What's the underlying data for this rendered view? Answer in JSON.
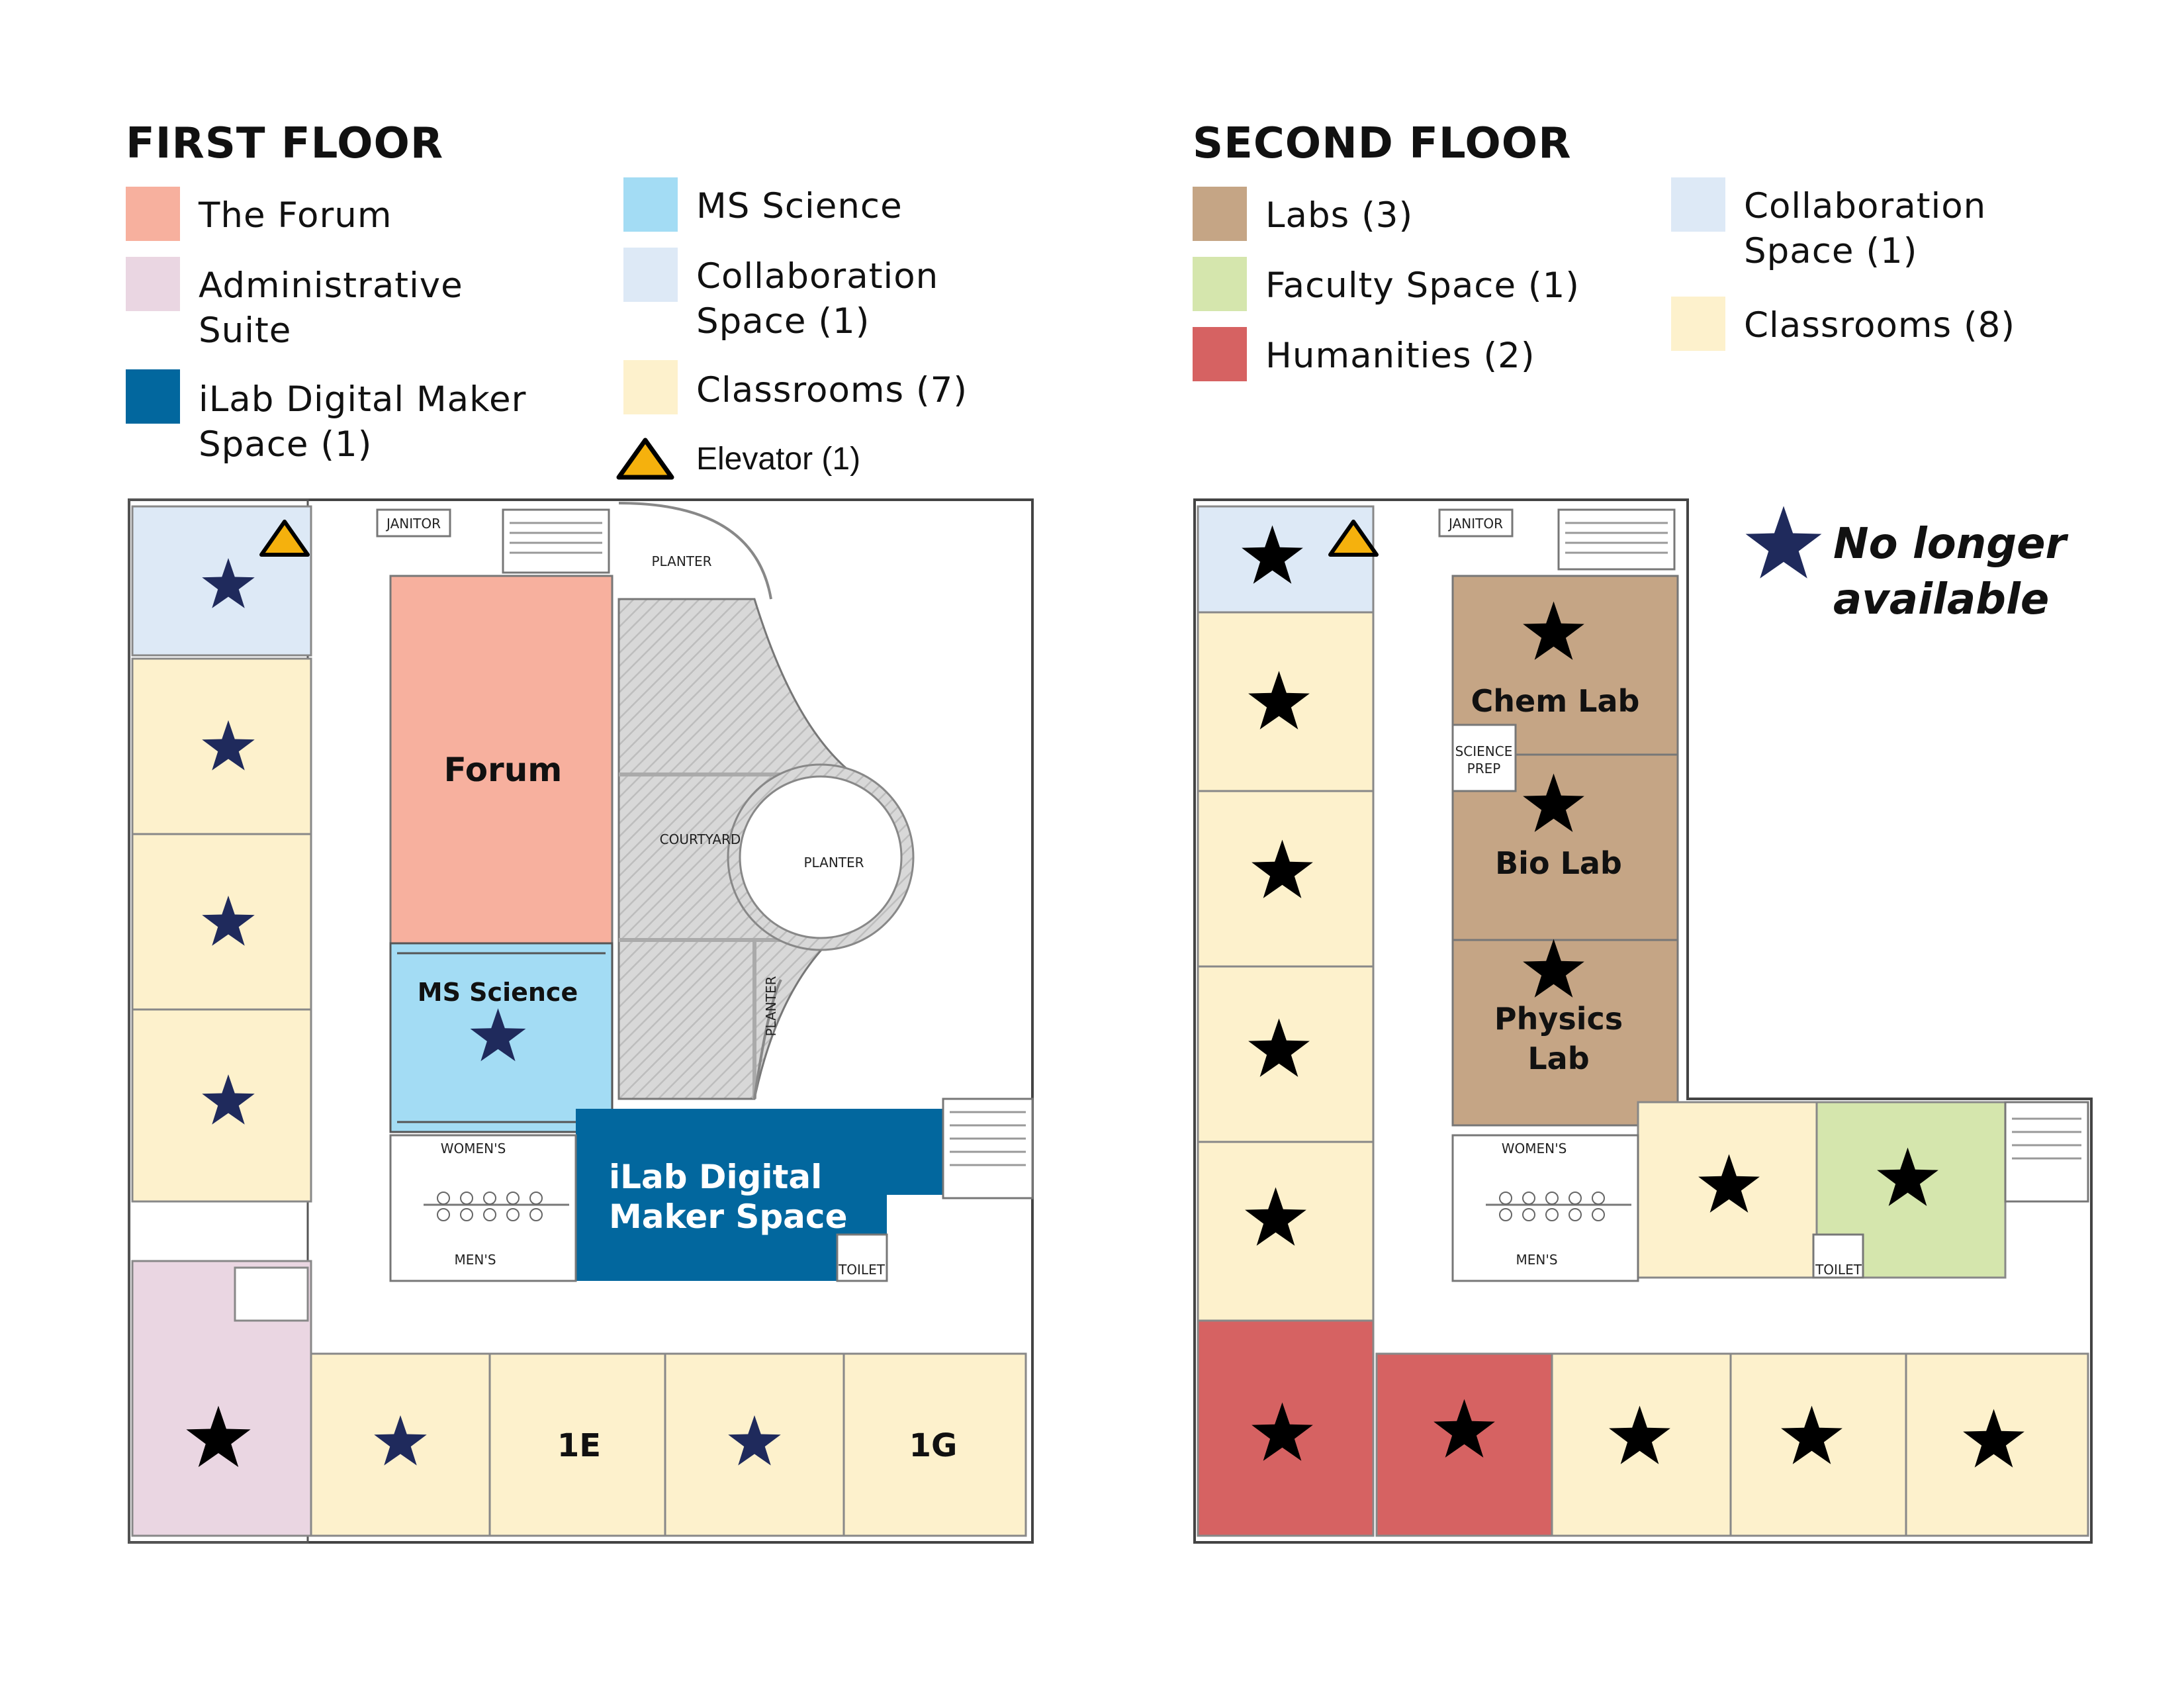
{
  "colors": {
    "forum": "#f7b09e",
    "admin": "#ead6e2",
    "ilab": "#02679e",
    "ms_science": "#a3dcf4",
    "collab": "#dde9f6",
    "classroom": "#fdf1cc",
    "labs": "#c5a585",
    "faculty": "#d5e6ad",
    "humanities": "#d66262",
    "elevator": "#f5b10d",
    "star_navy": "#1f2a5c",
    "star_black": "#000000",
    "courtyard": "#dadada"
  },
  "first_floor": {
    "title": "FIRST FLOOR",
    "legend": {
      "forum": "The Forum",
      "admin": [
        "Administrative",
        "Suite"
      ],
      "ilab": [
        "iLab Digital Maker",
        "Space (1)"
      ],
      "ms_science": "MS Science",
      "collab": [
        "Collaboration",
        "Space (1)"
      ],
      "classrooms": "Classrooms (7)",
      "elevator": "Elevator (1)"
    },
    "labels": {
      "forum": "Forum",
      "ms_science": "MS Science",
      "ilab": [
        "iLab Digital",
        "Maker Space"
      ],
      "room_1e": "1E",
      "room_1g": "1G",
      "janitor": "JANITOR",
      "planter_top": "PLANTER",
      "courtyard": "COURTYARD",
      "planter_round": "PLANTER",
      "planter_side": "PLANTER",
      "womens": "WOMEN'S",
      "mens": "MEN'S",
      "toilet": "TOILET"
    }
  },
  "second_floor": {
    "title": "SECOND FLOOR",
    "legend": {
      "labs": "Labs (3)",
      "faculty": "Faculty Space (1)",
      "humanities": "Humanities (2)",
      "collab": [
        "Collaboration",
        "Space (1)"
      ],
      "classrooms": "Classrooms (8)"
    },
    "labels": {
      "chem": "Chem Lab",
      "bio": "Bio Lab",
      "physics": [
        "Physics",
        "Lab"
      ],
      "science_prep": [
        "SCIENCE",
        "PREP"
      ],
      "janitor": "JANITOR",
      "womens": "WOMEN'S",
      "mens": "MEN'S",
      "toilet": "TOILET"
    },
    "no_longer_available": [
      "No longer",
      "available"
    ]
  },
  "star_icon": "star-icon",
  "elevator_icon": "elevator-triangle-icon"
}
